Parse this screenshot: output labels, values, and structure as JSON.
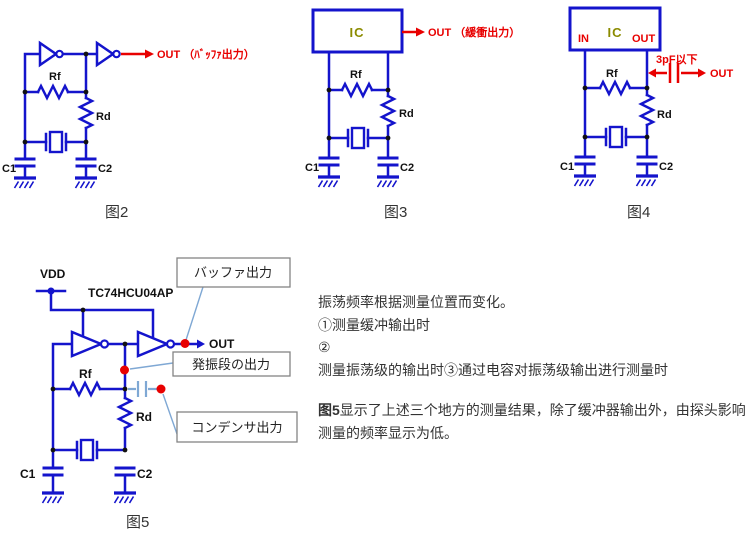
{
  "colors": {
    "wire": "#1414cc",
    "red": "#e80000",
    "olive": "#8b8b00",
    "leader": "#7fa8d4",
    "node": "#111111",
    "callout_border": "#848484",
    "text": "#333333"
  },
  "fig2": {
    "caption": "图2",
    "out_label": "OUT （ﾊﾞｯﾌｧ出力）",
    "rf": "Rf",
    "rd": "Rd",
    "c1": "C1",
    "c2": "C2"
  },
  "fig3": {
    "caption": "图3",
    "ic": "IC",
    "out_label": "OUT （緩衝出力）",
    "rf": "Rf",
    "rd": "Rd",
    "c1": "C1",
    "c2": "C2"
  },
  "fig4": {
    "caption": "图4",
    "ic": "IC",
    "in_pin": "IN",
    "out_pin": "OUT",
    "cap_note": "3pF以下",
    "out_label": "OUT",
    "rf": "Rf",
    "rd": "Rd",
    "c1": "C1",
    "c2": "C2"
  },
  "fig5": {
    "caption": "图5",
    "vdd": "VDD",
    "ic_name": "TC74HCU04AP",
    "out_label": "OUT",
    "rf": "Rf",
    "rd": "Rd",
    "c1": "C1",
    "c2": "C2",
    "callout_buffer": "バッファ出力",
    "callout_osc": "発振段の出力",
    "callout_cap": "コンデンサ出力"
  },
  "body": {
    "line1": "振荡频率根据测量位置而变化。",
    "line2": "①测量缓冲输出时",
    "line3": "②",
    "line4": "测量振荡级的输出时③通过电容对振荡级输出进行测量时",
    "fig5_bold": "图5",
    "para2_line1": "显示了上述三个地方的测量结果，除了缓冲器输出外，由探头影响",
    "para2_line2": "测量的频率显示为低。"
  }
}
